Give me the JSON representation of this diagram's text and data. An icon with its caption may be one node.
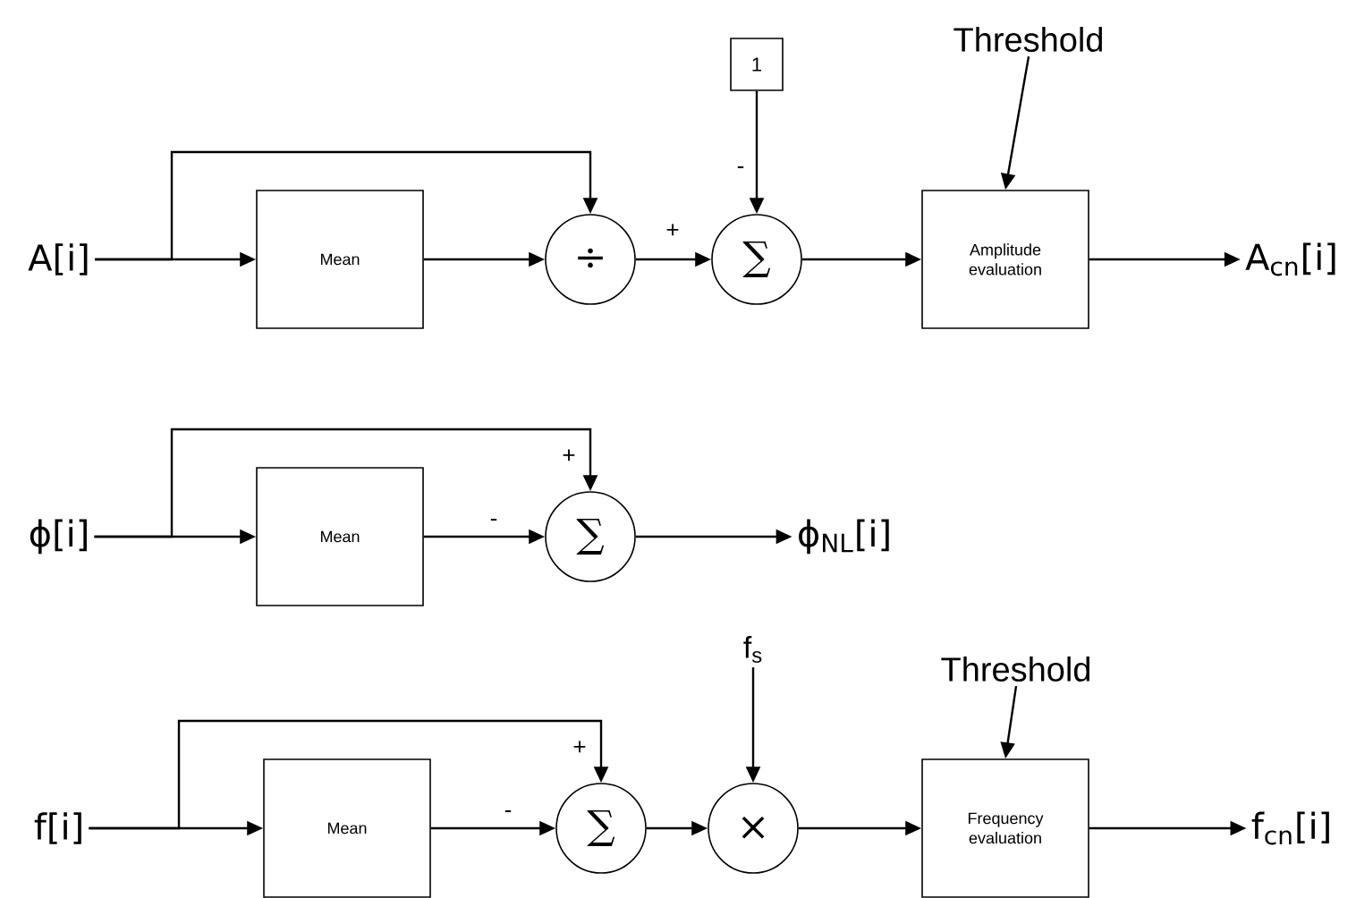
{
  "diagram": {
    "nodes": [
      {
        "text": [
          "A[i]"
        ]
      },
      {
        "text": [
          "Mean"
        ]
      },
      {
        "text": [
          "÷"
        ]
      },
      {
        "text": [
          "∑"
        ]
      },
      {
        "text": [
          "1"
        ]
      },
      {
        "text": [
          "Amplitude evaluation"
        ]
      },
      {
        "text": [
          "Threshold"
        ]
      },
      {
        "text": [
          "A$_{cn}$[i]"
        ]
      },
      {
        "text": [
          "ϕ[i]"
        ]
      },
      {
        "text": [
          "Mean"
        ]
      },
      {
        "text": [
          "∑"
        ]
      },
      {
        "text": [
          "ϕ$_{NL}$[i]"
        ]
      },
      {
        "text": [
          "Threshold"
        ]
      },
      {
        "text": [
          "f$_{s}$"
        ]
      },
      {
        "text": [
          "f[i]"
        ]
      },
      {
        "text": [
          "Mean"
        ]
      },
      {
        "text": [
          "∑"
        ]
      },
      {
        "text": [
          "×"
        ]
      },
      {
        "text": [
          "Frequency evaluation"
        ]
      },
      {
        "text": [
          "f$_{cn}$[i]"
        ]
      }
    ],
    "edges": [
      {
        "from": 0,
        "to": 1,
        "arrow": "to"
      },
      {
        "from": 0,
        "to": 2,
        "arrow": "to"
      },
      {
        "from": 1,
        "to": 2,
        "arrow": "to"
      },
      {
        "from": 2,
        "to": 3,
        "arrow": "to",
        "label": "+"
      },
      {
        "from": 4,
        "to": 3,
        "arrow": "to",
        "label": "-"
      },
      {
        "from": 3,
        "to": 5,
        "arrow": "to"
      },
      {
        "from": 6,
        "to": 5,
        "arrow": "to"
      },
      {
        "from": 5,
        "to": 7,
        "arrow": "to"
      },
      {
        "from": 8,
        "to": 9,
        "arrow": "to"
      },
      {
        "from": 8,
        "to": 10,
        "arrow": "to",
        "label": "+"
      },
      {
        "from": 9,
        "to": 10,
        "arrow": "to",
        "label": "-"
      },
      {
        "from": 10,
        "to": 11,
        "arrow": "to"
      },
      {
        "from": 14,
        "to": 15,
        "arrow": "to"
      },
      {
        "from": 14,
        "to": 16,
        "arrow": "to",
        "label": "+"
      },
      {
        "from": 15,
        "to": 16,
        "arrow": "to",
        "label": "-"
      },
      {
        "from": 16,
        "to": 17,
        "arrow": "to"
      },
      {
        "from": 13,
        "to": 17,
        "arrow": "to"
      },
      {
        "from": 17,
        "to": 18,
        "arrow": "to"
      },
      {
        "from": 12,
        "to": 18,
        "arrow": "to"
      },
      {
        "from": 18,
        "to": 19,
        "arrow": "to"
      }
    ]
  }
}
